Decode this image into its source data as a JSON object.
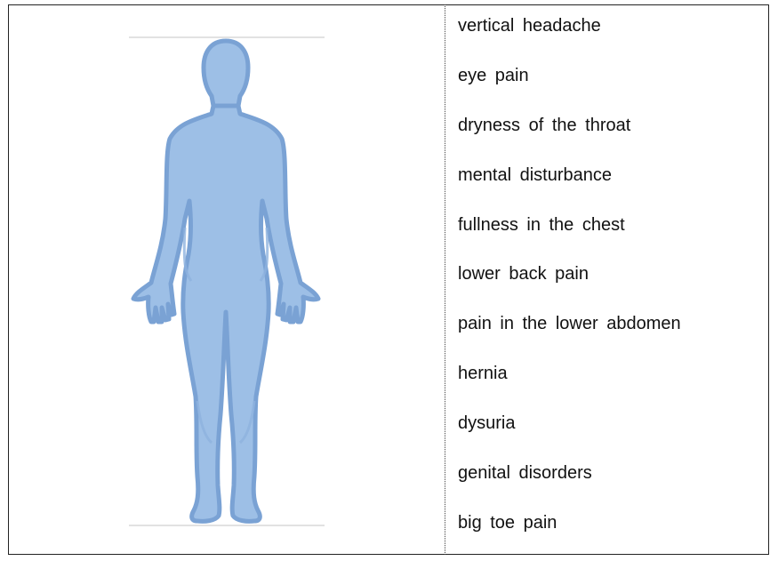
{
  "figure": {
    "icon": "human-body-front-silhouette",
    "fill_color": "#9dbfe6",
    "outline_color": "#7aa2d4"
  },
  "symptoms": [
    "vertical  headache",
    "eye  pain",
    "dryness  of  the  throat",
    "mental  disturbance",
    "fullness  in  the  chest",
    "lower  back  pain",
    "pain  in  the  lower  abdomen",
    "hernia",
    "dysuria",
    "genital  disorders",
    "big  toe  pain"
  ]
}
